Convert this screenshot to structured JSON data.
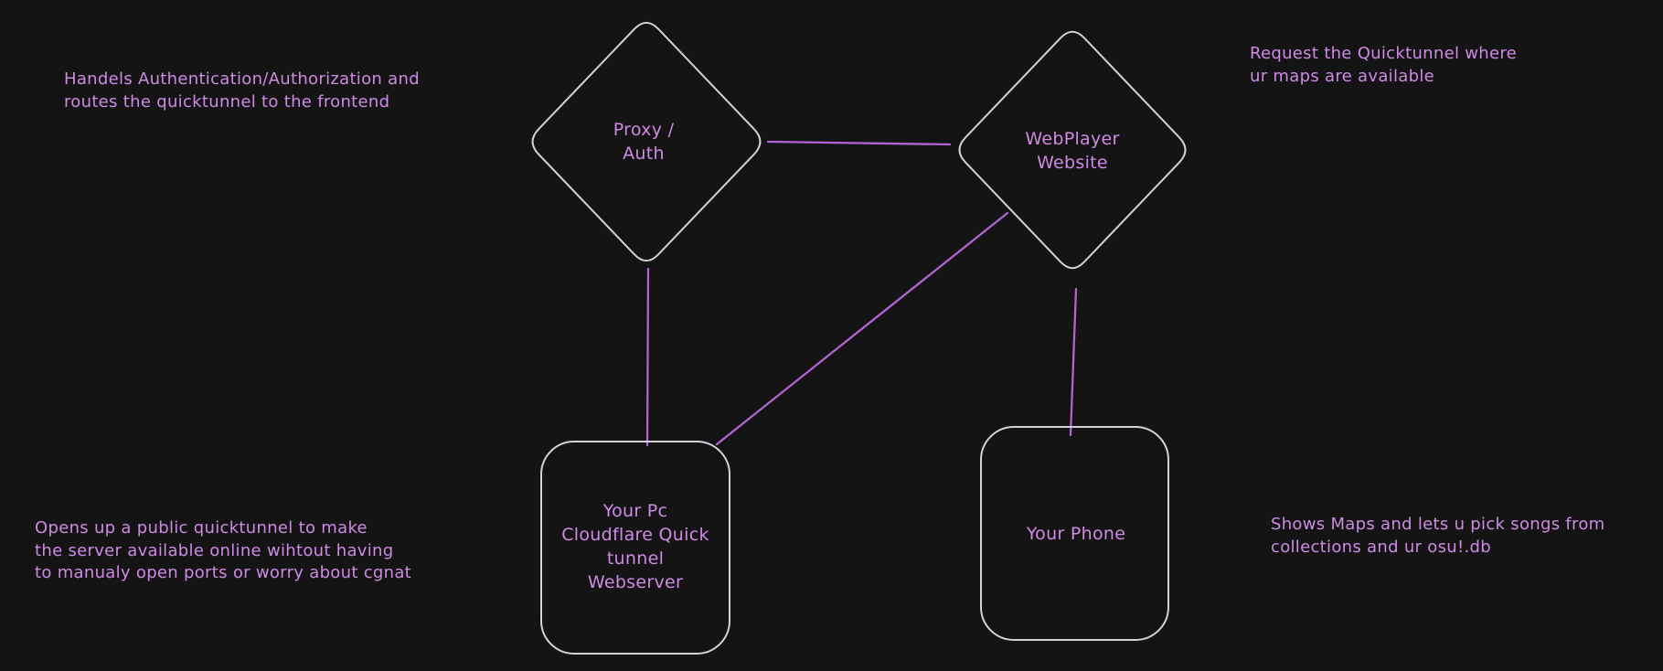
{
  "colors": {
    "bg": "#141414",
    "shape-stroke": "#ced4da",
    "edge": "#b264d4",
    "text": "#cf8ae6"
  },
  "nodes": {
    "proxy_auth": {
      "shape": "diamond",
      "label": "Proxy /\nAuth"
    },
    "webplayer": {
      "shape": "diamond",
      "label": "WebPlayer\nWebsite"
    },
    "your_pc": {
      "shape": "rounded-rectangle",
      "label": "Your Pc\nCloudflare Quick\ntunnel\nWebserver"
    },
    "your_phone": {
      "shape": "rounded-rectangle",
      "label": "Your Phone"
    }
  },
  "edges": [
    {
      "from": "proxy_auth",
      "to": "webplayer"
    },
    {
      "from": "proxy_auth",
      "to": "your_pc"
    },
    {
      "from": "webplayer",
      "to": "your_pc"
    },
    {
      "from": "webplayer",
      "to": "your_phone"
    }
  ],
  "annotations": {
    "top_left": "Handels Authentication/Authorization and\nroutes the quicktunnel to the frontend",
    "top_right": "Request the Quicktunnel where\nur maps are available",
    "bottom_left": "Opens up a public quicktunnel to make\nthe server available online wihtout having\nto manualy open ports or worry about cgnat",
    "bottom_right": "Shows Maps and lets u pick songs from\ncollections and ur osu!.db"
  }
}
